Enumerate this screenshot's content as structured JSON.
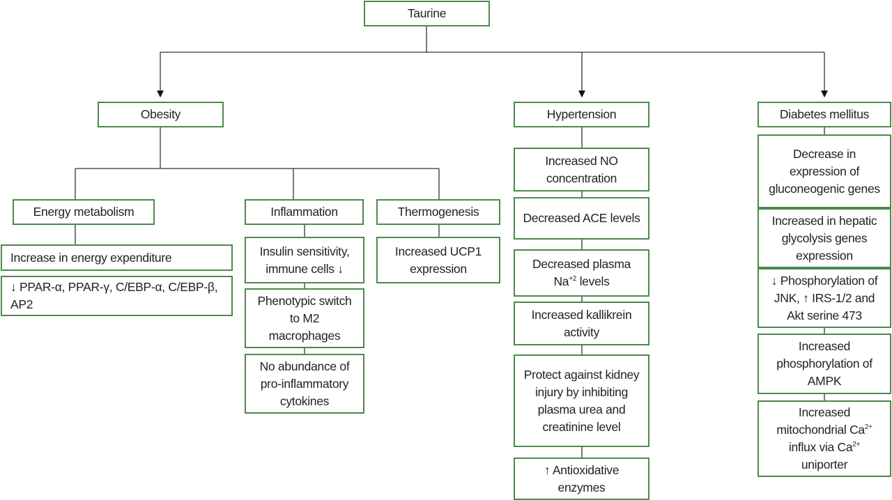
{
  "root": "Taurine",
  "branches": {
    "obesity": {
      "title": "Obesity",
      "energy": {
        "title": "Energy metabolism",
        "items": [
          "Increase in energy expenditure",
          "↓ PPAR-α, PPAR-γ, C/EBP-α, C/EBP-β, AP2"
        ]
      },
      "inflammation": {
        "title": "Inflammation",
        "items": [
          "Insulin sensitivity, immune cells ↓",
          "Phenotypic switch to M2 macrophages",
          "No abundance of pro-inflammatory cytokines"
        ]
      },
      "thermogenesis": {
        "title": "Thermogenesis",
        "items": [
          "Increased UCP1 expression"
        ]
      }
    },
    "hypertension": {
      "title": "Hypertension",
      "items": [
        "Increased NO concentration",
        "Decreased ACE levels",
        {
          "pre": "Decreased plasma Na",
          "sup": "+2",
          "post": " levels"
        },
        "Increased kallikrein activity",
        "Protect against kidney injury by inhibiting plasma urea and creatinine level",
        "↑ Antioxidative enzymes"
      ]
    },
    "diabetes": {
      "title": "Diabetes mellitus",
      "items": [
        "Decrease in expression of gluconeogenic genes",
        "Increased in hepatic glycolysis genes expression",
        "↓ Phosphorylation of JNK, ↑ IRS-1/2 and Akt serine 473",
        "Increased phosphorylation of AMPK",
        {
          "pre": "Increased mitochondrial Ca",
          "sup": "2+",
          "mid": " influx via Ca",
          "sup2": "2+",
          "post": " uniporter"
        }
      ]
    }
  }
}
